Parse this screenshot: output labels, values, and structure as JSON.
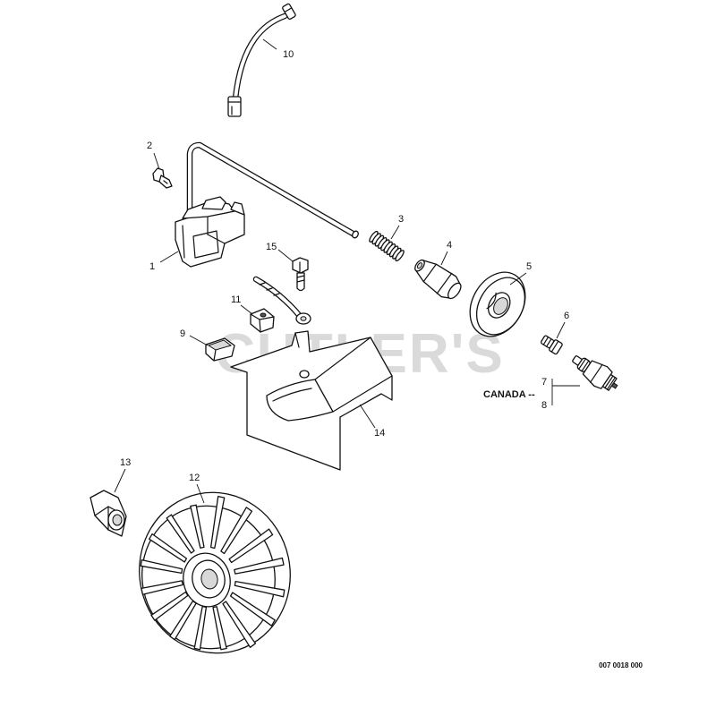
{
  "labels": {
    "p1": "1",
    "p2": "2",
    "p3": "3",
    "p4": "4",
    "p5": "5",
    "p6": "6",
    "p7": "7",
    "p8": "8",
    "p9": "9",
    "p10": "10",
    "p11": "11",
    "p12": "12",
    "p13": "13",
    "p14": "14",
    "p15": "15"
  },
  "canada_label": "CANADA --",
  "drawing_number": "007 0018 000",
  "watermark": "CUTLER'S"
}
